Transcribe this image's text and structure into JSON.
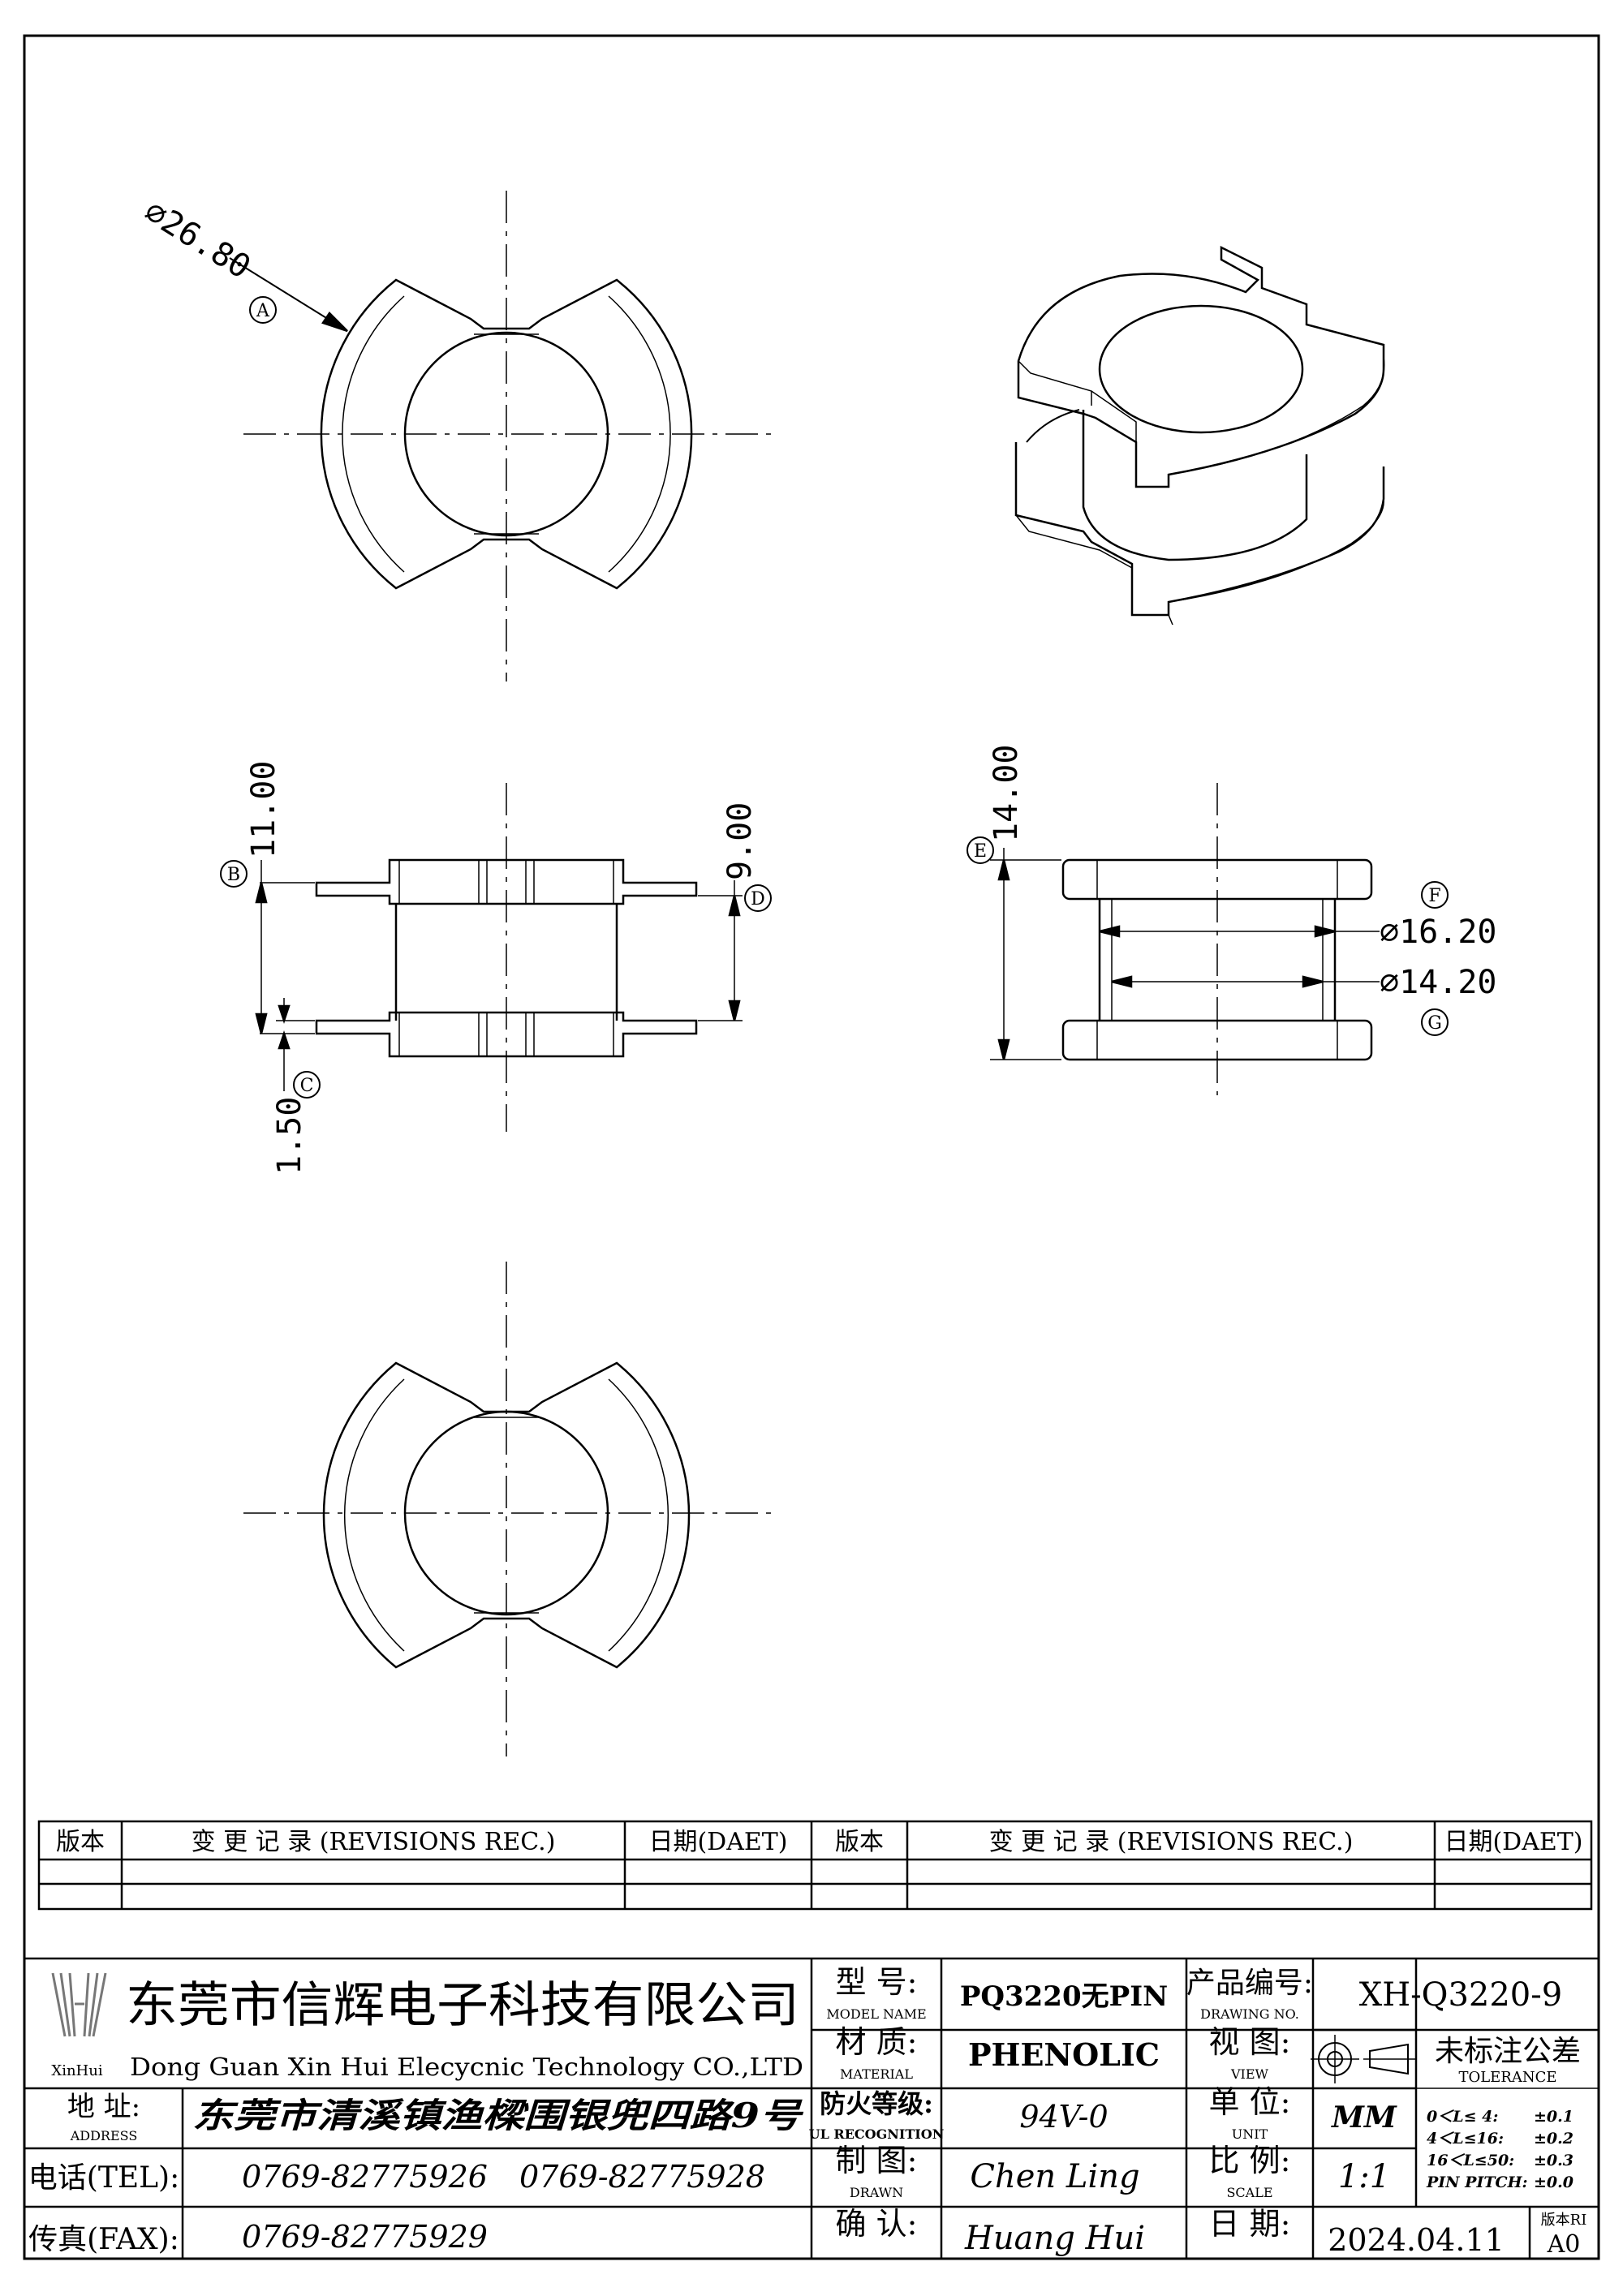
{
  "dims": {
    "dia_outer": "⌀26.80",
    "h_11": "11.00",
    "h_9": "9.00",
    "h_150": "1.50",
    "h_14": "14.00",
    "dia_1620": "⌀16.20",
    "dia_1420": "⌀14.20"
  },
  "markers": {
    "A": "A",
    "B": "B",
    "C": "C",
    "D": "D",
    "E": "E",
    "F": "F",
    "G": "G"
  },
  "revisions": {
    "ver": "版本",
    "rec": "变 更 记 录  (REVISIONS REC.)",
    "date": "日期(DAET)",
    "ver2": "版本",
    "rec2": "变 更 记 录  (REVISIONS REC.)",
    "date2": "日期(DAET)"
  },
  "title_block": {
    "company_cn": "东莞市信辉电子科技有限公司",
    "company_en": "Dong Guan Xin Hui Elecycnic Technology CO.,LTD",
    "logo_text": "XinHui",
    "model_label": "型  号:",
    "model_label_en": "MODEL NAME",
    "model_value": "PQ3220无PIN",
    "drawing_no_label": "产品编号:",
    "drawing_no_label_en": "DRAWING NO.",
    "drawing_no_value": "XH-Q3220-9",
    "material_label": "材  质:",
    "material_label_en": "MATERIAL",
    "material_value": "PHENOLIC",
    "view_label": "视  图:",
    "view_label_en": "VIEW",
    "tolerance_label": "未标注公差",
    "tolerance_label_en": "TOLERANCE",
    "address_label": "地  址:",
    "address_label_en": "ADDRESS",
    "address_value": "东莞市清溪镇渔樑围银兜四路9号",
    "fire_label": "防火等级:",
    "fire_label_en": "UL RECOGNITION",
    "fire_value": "94V-0",
    "unit_label": "单  位:",
    "unit_label_en": "UNIT",
    "unit_value": "MM",
    "tol_rows": [
      {
        "range": "0＜L≤ 4:",
        "val": "±0.1"
      },
      {
        "range": "4＜L≤16:",
        "val": "±0.2"
      },
      {
        "range": "16＜L≤50:",
        "val": "±0.3"
      },
      {
        "range": "PIN PITCH:",
        "val": "±0.0"
      }
    ],
    "tel_label": "电话(TEL):",
    "tel_value1": "0769-82775926",
    "tel_value2": "0769-82775928",
    "drawn_label": "制  图:",
    "drawn_label_en": "DRAWN",
    "drawn_value": "Chen Ling",
    "scale_label": "比  例:",
    "scale_label_en": "SCALE",
    "scale_value": "1:1",
    "fax_label": "传真(FAX):",
    "fax_value": "0769-82775929",
    "check_label": "确  认:",
    "check_value": "Huang Hui",
    "date_label": "日  期:",
    "date_value": "2024.04.11",
    "rev_label": "版本RI",
    "rev_value": "A0"
  }
}
